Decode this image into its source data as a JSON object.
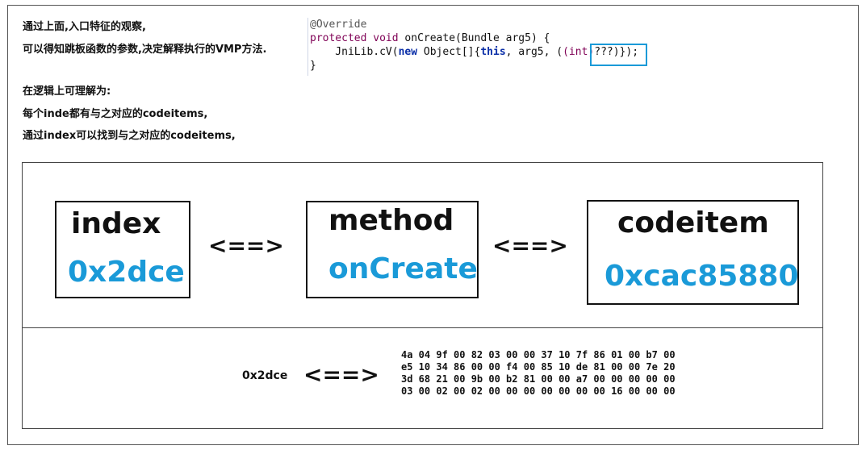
{
  "notes": {
    "line1": "通过上面,入口特征的观察,",
    "line2": "可以得知跳板函数的参数,决定解释执行的VMP方法.",
    "line3": "在逻辑上可理解为:",
    "line4": "每个inde都有与之对应的codeitems,",
    "line5": "通过index可以找到与之对应的codeitems,"
  },
  "code": {
    "annotation": "@Override",
    "line2_kw1": "protected",
    "line2_kw2": "void",
    "line2_rest": " onCreate(Bundle arg5) {",
    "line3_prefix": "    JniLib.cV(",
    "line3_new": "new",
    "line3_mid": " Object[]{",
    "line3_this": "this",
    "line3_mid2": ", arg5, (",
    "line3_cast": "(int)",
    "line3_q": "???",
    "line3_end": ")});",
    "line4": "}"
  },
  "diagram": {
    "index_title": "index",
    "index_value": "0x2dce",
    "method_title": "method",
    "method_value": "onCreate",
    "codeitem_title": "codeitem",
    "codeitem_value": "0xcac85880",
    "arrow": "<==>",
    "hex_label": "0x2dce",
    "hex_rows": [
      "4a 04 9f 00 82 03 00 00 37 10 7f 86 01 00 b7 00",
      "e5 10 34 86 00 00 f4 00 85 10 de 81 00 00 7e 20",
      "3d 68 21 00 9b 00 b2 81 00 00 a7 00 00 00 00 00",
      "03 00 02 00 02 00 00 00 00 00 00 00 16 00 00 00"
    ]
  },
  "colors": {
    "accent_blue": "#1a9ad8",
    "keyword": "#7f0055",
    "keyword_blue": "#0b2fa8"
  }
}
